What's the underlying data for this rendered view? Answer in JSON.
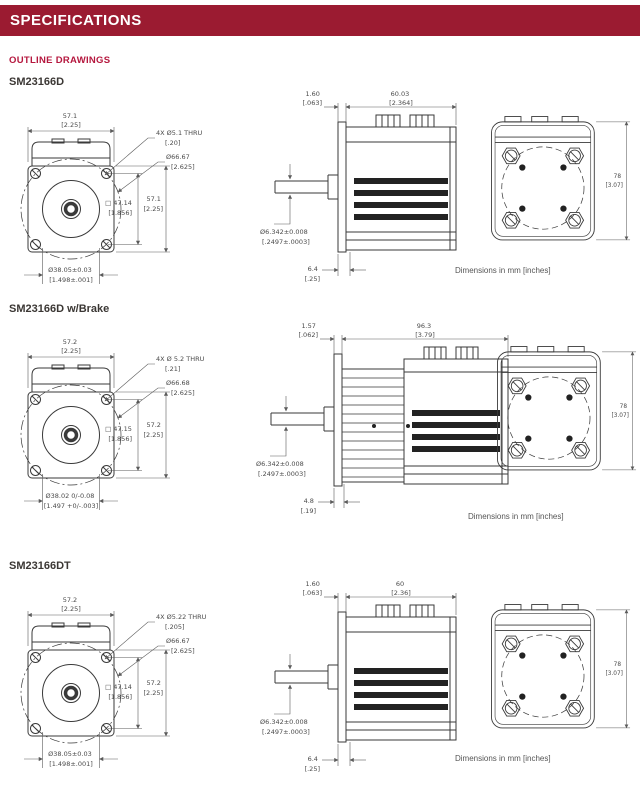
{
  "header": {
    "title": "SPECIFICATIONS"
  },
  "section_title": "OUTLINE DRAWINGS",
  "units_note": "Dimensions in mm [inches]",
  "colors": {
    "header_bg": "#9B1B31",
    "accent_red": "#B5173E",
    "drawing_line": "#3A3A3A",
    "dimension_line": "#5A5A5A",
    "text_dark": "#3B3734"
  },
  "models": [
    {
      "name": "SM23166D",
      "front": {
        "width_mm": "57.1",
        "width_in": "[2.25]",
        "holes": "4X Ø5.1 THRU",
        "holes_in": "[.20]",
        "bolt_circle": "Ø66.67",
        "bolt_circle_in": "[2.625]",
        "height_mm": "57.1",
        "height_in": "[2.25]",
        "square_mm": "□ 47.14",
        "square_in": "[1.856]",
        "pilot_mm": "Ø38.05±0.03",
        "pilot_in": "[1.498±.001]"
      },
      "side": {
        "flange_mm": "1.60",
        "flange_in": "[.063]",
        "length_mm": "60.03",
        "length_in": "[2.364]",
        "shaft_mm": "Ø6.342±0.008",
        "shaft_in": "[.2497±.0003]",
        "boss_mm": "6.4",
        "boss_in": "[.25]"
      },
      "back": {
        "height_mm": "78",
        "height_in": "[3.07]"
      },
      "note": "Dimensions in mm [inches]"
    },
    {
      "name": "SM23166D w/Brake",
      "front": {
        "width_mm": "57.2",
        "width_in": "[2.25]",
        "holes": "4X Ø 5.2 THRU",
        "holes_in": "[.21]",
        "bolt_circle": "Ø66.68",
        "bolt_circle_in": "[2.625]",
        "height_mm": "57.2",
        "height_in": "[2.25]",
        "square_mm": "□ 47.15",
        "square_in": "[1.856]",
        "pilot_mm": "Ø38.02 0/-0.08",
        "pilot_in": "[1.497 +0/-.003]"
      },
      "side": {
        "flange_mm": "1.57",
        "flange_in": "[.062]",
        "length_mm": "96.3",
        "length_in": "[3.79]",
        "shaft_mm": "Ø6.342±0.008",
        "shaft_in": "[.2497±.0003]",
        "boss_mm": "4.8",
        "boss_in": "[.19]"
      },
      "back": {
        "height_mm": "78",
        "height_in": "[3.07]"
      },
      "note": "Dimensions in mm [inches]"
    },
    {
      "name": "SM23166DT",
      "front": {
        "width_mm": "57.2",
        "width_in": "[2.25]",
        "holes": "4X Ø5.22 THRU",
        "holes_in": "[.205]",
        "bolt_circle": "Ø66.67",
        "bolt_circle_in": "[2.625]",
        "height_mm": "57.2",
        "height_in": "[2.25]",
        "square_mm": "□ 47.14",
        "square_in": "[1.856]",
        "pilot_mm": "Ø38.05±0.03",
        "pilot_in": "[1.498±.001]"
      },
      "side": {
        "flange_mm": "1.60",
        "flange_in": "[.063]",
        "length_mm": "60",
        "length_in": "[2.36]",
        "shaft_mm": "Ø6.342±0.008",
        "shaft_in": "[.2497±.0003]",
        "boss_mm": "6.4",
        "boss_in": "[.25]"
      },
      "back": {
        "height_mm": "78",
        "height_in": "[3.07]"
      },
      "note": "Dimensions in mm [inches]"
    }
  ]
}
